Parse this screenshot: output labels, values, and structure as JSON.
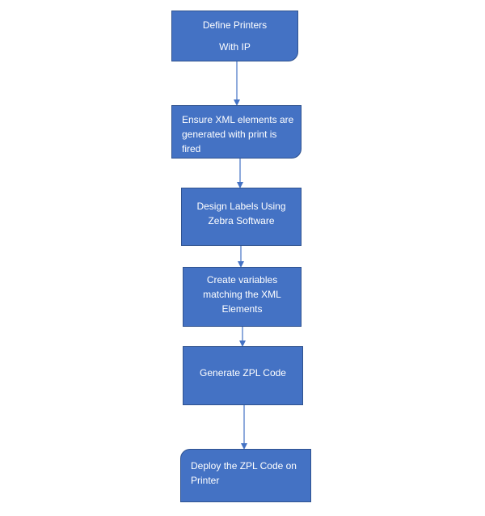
{
  "flowchart": {
    "steps": [
      {
        "lines": [
          "Define Printers",
          "With IP"
        ]
      },
      {
        "lines": [
          "Ensure XML elements are",
          "generated with print is",
          "fired"
        ]
      },
      {
        "lines": [
          "Design Labels Using",
          "Zebra Software"
        ]
      },
      {
        "lines": [
          "Create variables",
          "matching the XML",
          "Elements"
        ]
      },
      {
        "lines": [
          "Generate ZPL Code"
        ]
      },
      {
        "lines": [
          "Deploy the ZPL Code on",
          "Printer"
        ]
      }
    ],
    "colors": {
      "box_fill": "#4472c4",
      "box_border": "#2f528f",
      "text": "#ffffff",
      "arrow": "#4472c4"
    }
  }
}
